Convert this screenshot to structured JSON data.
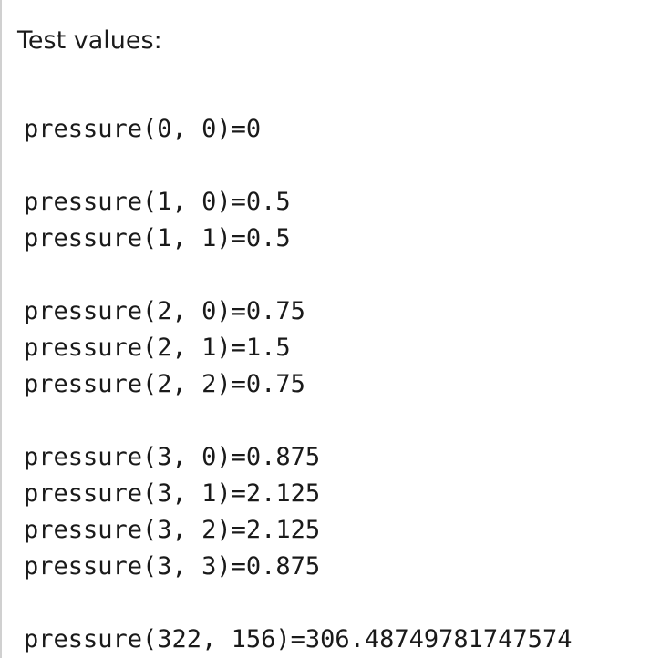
{
  "intro": "Test values:",
  "lines": [
    "pressure(0, 0)=0",
    "",
    "pressure(1, 0)=0.5",
    "pressure(1, 1)=0.5",
    "",
    "pressure(2, 0)=0.75",
    "pressure(2, 1)=1.5",
    "pressure(2, 2)=0.75",
    "",
    "pressure(3, 0)=0.875",
    "pressure(3, 1)=2.125",
    "pressure(3, 2)=2.125",
    "pressure(3, 3)=0.875",
    "",
    "pressure(322, 156)=306.48749781747574"
  ]
}
